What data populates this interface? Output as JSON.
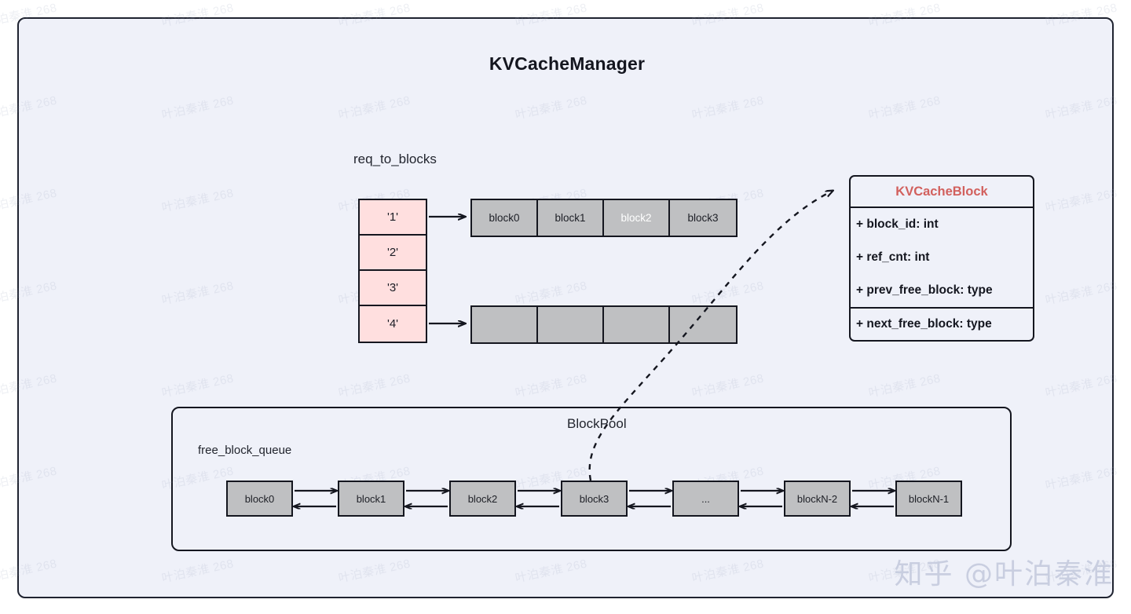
{
  "diagram": {
    "title": "KVCacheManager",
    "req_to_blocks_label": "req_to_blocks",
    "blockpool_label": "BlockPool",
    "free_block_queue_label": "free_block_queue"
  },
  "req_to_blocks": {
    "cells": [
      {
        "label": "'1'"
      },
      {
        "label": "'2'"
      },
      {
        "label": "'3'"
      },
      {
        "label": "'4'"
      }
    ]
  },
  "block_strips": [
    {
      "name": "strip-req1",
      "cells": [
        {
          "label": "block0",
          "highlighted": false
        },
        {
          "label": "block1",
          "highlighted": false
        },
        {
          "label": "block2",
          "highlighted": true
        },
        {
          "label": "block3",
          "highlighted": false
        }
      ]
    },
    {
      "name": "strip-req4",
      "cells": [
        {
          "label": "",
          "highlighted": false
        },
        {
          "label": "",
          "highlighted": false
        },
        {
          "label": "",
          "highlighted": false
        },
        {
          "label": "",
          "highlighted": false
        }
      ]
    }
  ],
  "kv_cache_block": {
    "class_name": "KVCacheBlock",
    "title_color": "#d2605d",
    "attributes": [
      {
        "label": "+ block_id: int",
        "separator_above": false
      },
      {
        "label": "+ ref_cnt: int",
        "separator_above": false
      },
      {
        "label": "+ prev_free_block: type",
        "separator_above": false
      },
      {
        "label": "+ next_free_block: type",
        "separator_above": true
      }
    ]
  },
  "free_block_queue": {
    "blocks": [
      {
        "label": "block0"
      },
      {
        "label": "block1"
      },
      {
        "label": "block2"
      },
      {
        "label": "block3"
      },
      {
        "label": "..."
      },
      {
        "label": "blockN-2"
      },
      {
        "label": "blockN-1"
      }
    ]
  },
  "watermark": {
    "tile_text": "叶泊秦淮 268",
    "footer_text": "知乎 @叶泊秦淮"
  },
  "colors": {
    "canvas": "#eff1f9",
    "border": "#14161f",
    "req_cell": "#ffdfdf",
    "block_cell": "#bfc0c2",
    "accent_red": "#d2605d"
  }
}
